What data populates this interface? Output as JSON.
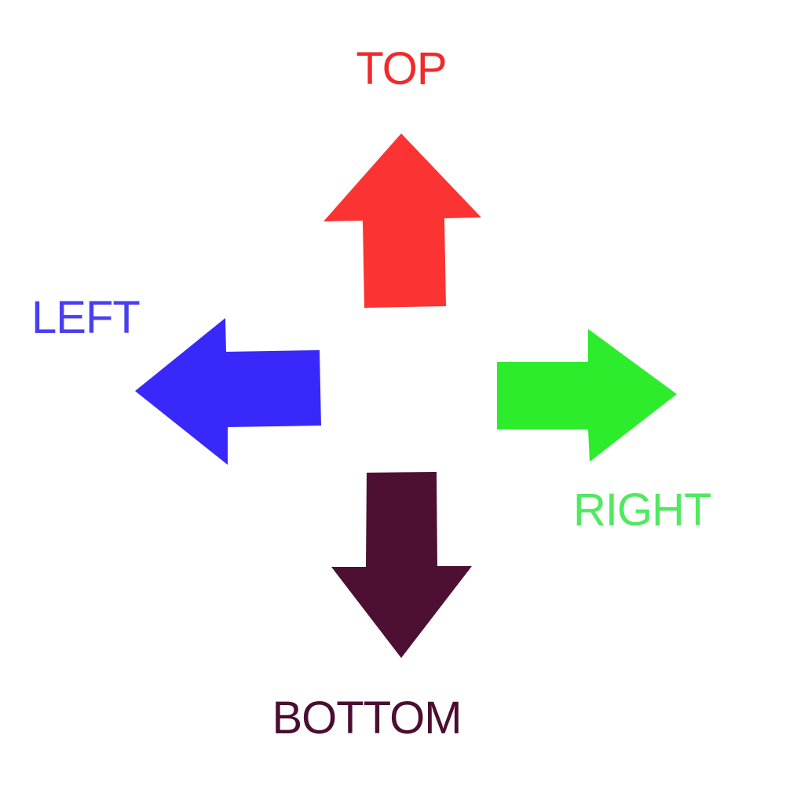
{
  "diagram": {
    "title": "direction-arrows",
    "background": "#ffffff",
    "labels": {
      "top": "TOP",
      "left": "LEFT",
      "right": "RIGHT",
      "bottom": "BOTTOM"
    },
    "colors": {
      "top_arrow": "#FB3333",
      "top_label": "#F02A2A",
      "left_arrow": "#3829FA",
      "left_label": "#4A3EF0",
      "right_arrow": "#2CEC2C",
      "right_label": "#50E95F",
      "bottom_arrow": "#4D0F32",
      "bottom_label": "#4B0D31"
    }
  }
}
